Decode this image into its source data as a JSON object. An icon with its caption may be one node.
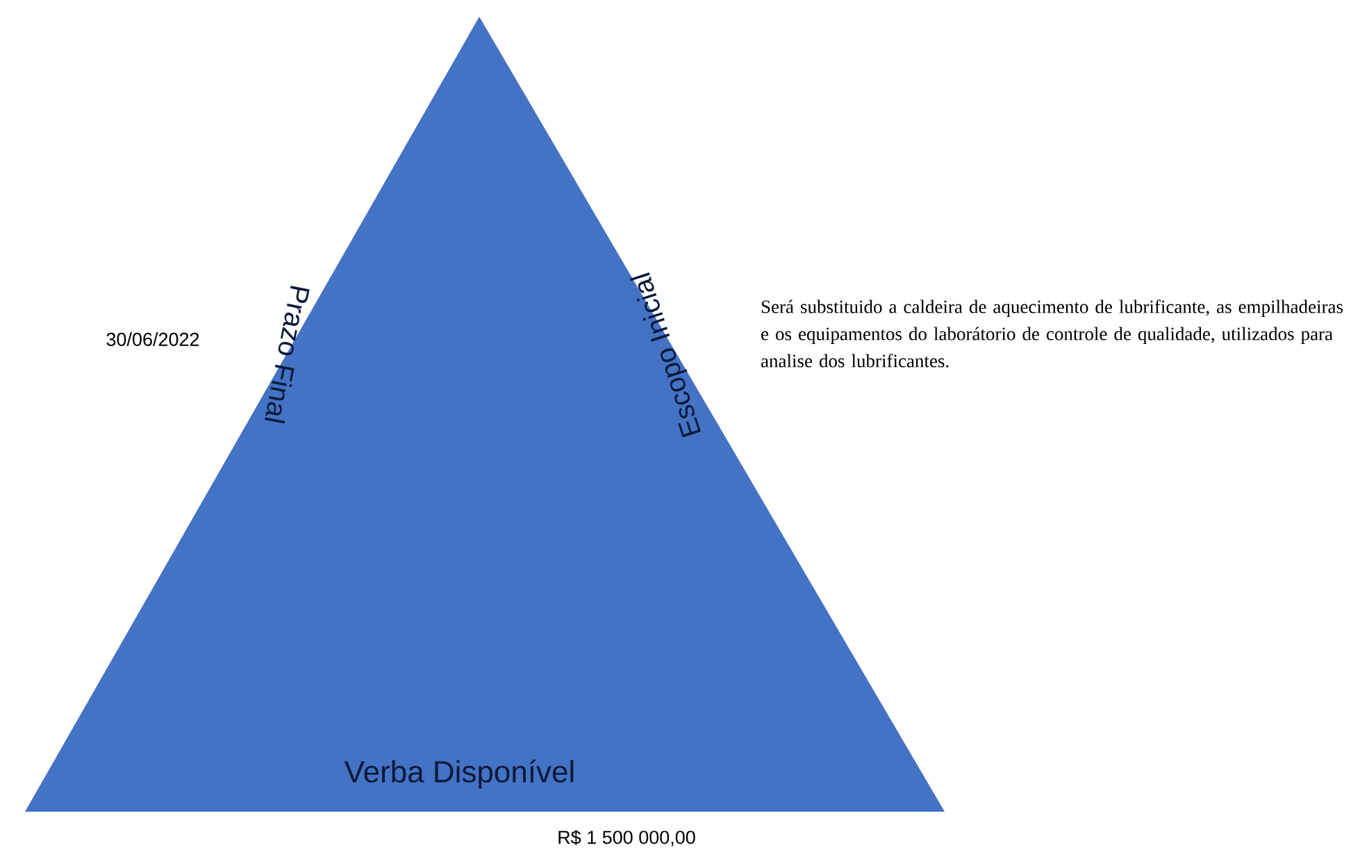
{
  "diagram": {
    "nodes": [
      {
        "text": [
          "Prazo Final",
          "Escopo Inicial",
          "Verba Disponível"
        ],
        "beside": [
          "30/06/2022",
          "Será substituido a caldeira de aquecimento de lubrificante, as empilhadeiras e os equipamentos do laborátorio de controle de qualidade, utilizados para analise dos lubrificantes.",
          "R$ 1 500 000,00"
        ]
      }
    ]
  }
}
